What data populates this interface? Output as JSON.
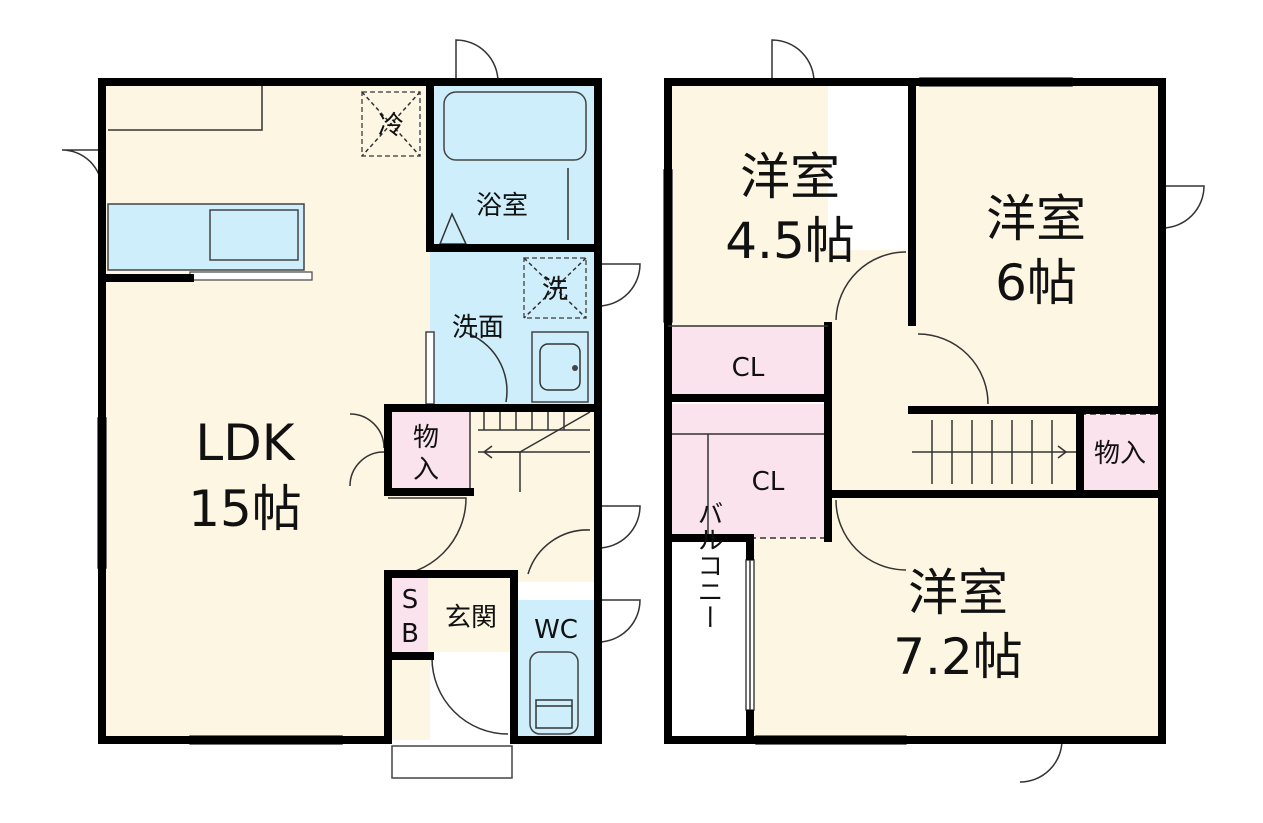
{
  "floor1": {
    "ldk_line1": "LDK",
    "ldk_line2": "15帖",
    "fridge": "冷",
    "bath": "浴室",
    "washer": "洗",
    "washroom": "洗面",
    "storage_line1": "物",
    "storage_line2": "入",
    "sb_line1": "S",
    "sb_line2": "B",
    "entrance": "玄関",
    "wc": "WC"
  },
  "floor2": {
    "room_a_line1": "洋室",
    "room_a_line2": "4.5帖",
    "room_b_line1": "洋室",
    "room_b_line2": "6帖",
    "room_c_line1": "洋室",
    "room_c_line2": "7.2帖",
    "closet_1": "CL",
    "closet_2": "CL",
    "storage": "物入",
    "balcony": "バルコニー"
  },
  "colors": {
    "room_floor": "#fdf6e3",
    "wet_area": "#cdeefa",
    "storage": "#fae3ec",
    "wall": "#000000"
  }
}
